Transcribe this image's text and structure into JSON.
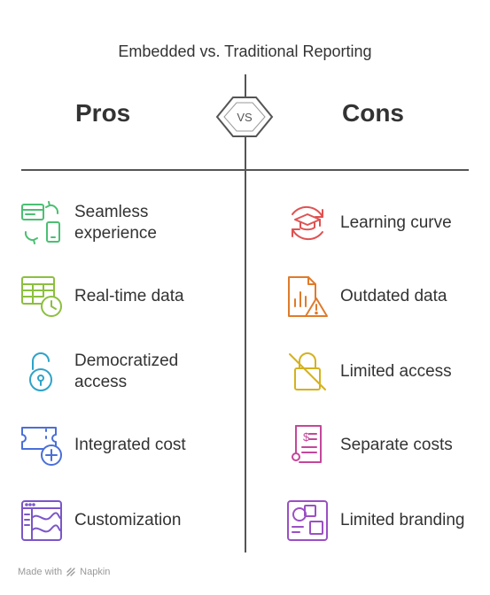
{
  "title": "Embedded vs. Traditional Reporting",
  "vs_label": "VS",
  "pros": {
    "heading": "Pros",
    "items": [
      {
        "label": "Seamless experience",
        "icon": "seamless-experience-icon",
        "color": "#4bbf73"
      },
      {
        "label": "Real-time data",
        "icon": "table-clock-icon",
        "color": "#8cbf3f"
      },
      {
        "label": "Democratized access",
        "icon": "unlocked-padlock-icon",
        "color": "#2fa3c8"
      },
      {
        "label": "Integrated cost",
        "icon": "ticket-plus-icon",
        "color": "#4a6fd9"
      },
      {
        "label": "Customization",
        "icon": "dashboard-window-icon",
        "color": "#7b57c9"
      }
    ]
  },
  "cons": {
    "heading": "Cons",
    "items": [
      {
        "label": "Learning curve",
        "icon": "graduation-cap-cycle-icon",
        "color": "#e05252"
      },
      {
        "label": "Outdated data",
        "icon": "document-warning-icon",
        "color": "#e07b2a"
      },
      {
        "label": "Limited access",
        "icon": "crossed-padlock-icon",
        "color": "#d4b21f"
      },
      {
        "label": "Separate costs",
        "icon": "receipt-icon",
        "color": "#c4479a"
      },
      {
        "label": "Limited branding",
        "icon": "branding-board-icon",
        "color": "#9b4fc4"
      }
    ]
  },
  "footer": {
    "made_with": "Made with",
    "brand": "Napkin"
  }
}
